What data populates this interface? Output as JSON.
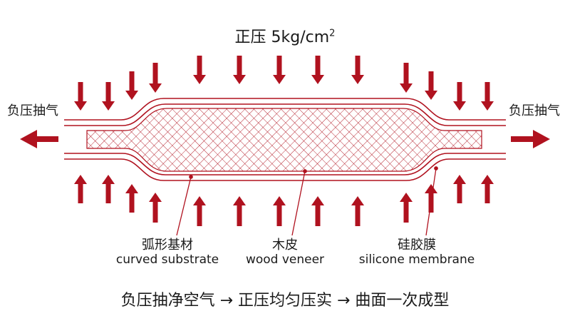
{
  "title": {
    "main": "正压 5kg/cm",
    "superscript": "2"
  },
  "left_label": "负压抽气",
  "right_label": "负压抽气",
  "labels": {
    "substrate": {
      "zh": "弧形基材",
      "en": "curved substrate"
    },
    "veneer": {
      "zh": "木皮",
      "en": "wood veneer"
    },
    "membrane": {
      "zh": "硅胶膜",
      "en": "silicone membrane"
    }
  },
  "caption": "负压抽净空气 → 正压均匀压实 → 曲面一次成型",
  "colors": {
    "accent": "#b0121f",
    "text": "#1a1a1a",
    "hatch": "#b0121f"
  },
  "icons": {
    "pressure_arrow": "arrow-icon",
    "vacuum_arrow": "arrow-icon"
  }
}
